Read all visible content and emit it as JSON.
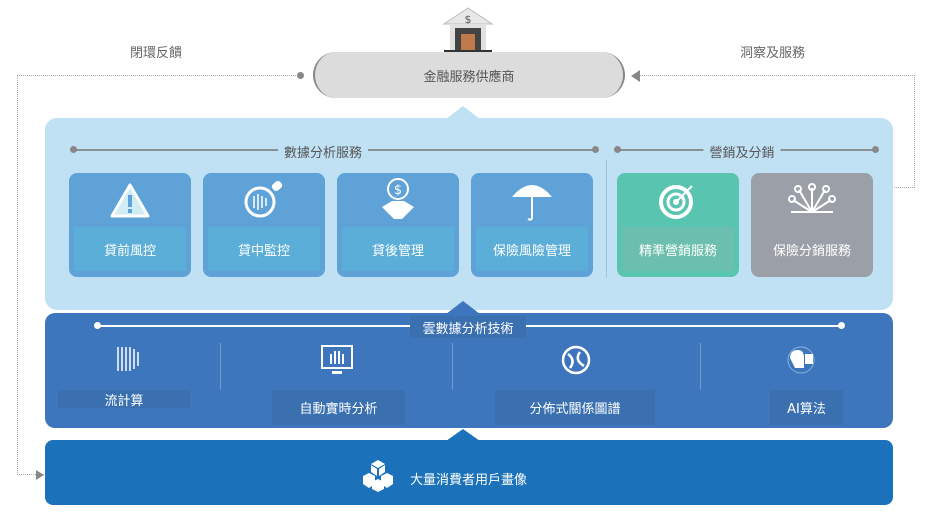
{
  "top": {
    "provider": "金融服務供應商",
    "left_label": "閉環反饋",
    "right_label": "洞察及服務"
  },
  "data_services": {
    "title": "數據分析服務",
    "items": [
      {
        "label": "貸前風控",
        "icon": "warning-icon"
      },
      {
        "label": "貸中監控",
        "icon": "magnifier-icon"
      },
      {
        "label": "貸後管理",
        "icon": "handshake-dollar-icon"
      },
      {
        "label": "保險風險管理",
        "icon": "umbrella-icon"
      }
    ]
  },
  "marketing": {
    "title": "營銷及分銷",
    "items": [
      {
        "label": "精準營銷服務",
        "icon": "target-icon"
      },
      {
        "label": "保險分銷服務",
        "icon": "network-icon"
      }
    ]
  },
  "tech": {
    "title": "雲數據分析技術",
    "items": [
      {
        "label": "流計算",
        "icon": "stream-icon"
      },
      {
        "label": "自動實時分析",
        "icon": "monitor-icon"
      },
      {
        "label": "分佈式關係圖譜",
        "icon": "globe-icon"
      },
      {
        "label": "AI算法",
        "icon": "ai-head-icon"
      }
    ]
  },
  "base": {
    "label": "大量消費者用戶畫像",
    "icon": "cubes-icon"
  },
  "colors": {
    "light_panel": "#c0e0f4",
    "mid_panel": "#3d76bc",
    "bottom_panel": "#1b72bb",
    "card_blue": "#5ea2d8",
    "card_green": "#59c4b0",
    "card_gray": "#9ba0a8"
  }
}
